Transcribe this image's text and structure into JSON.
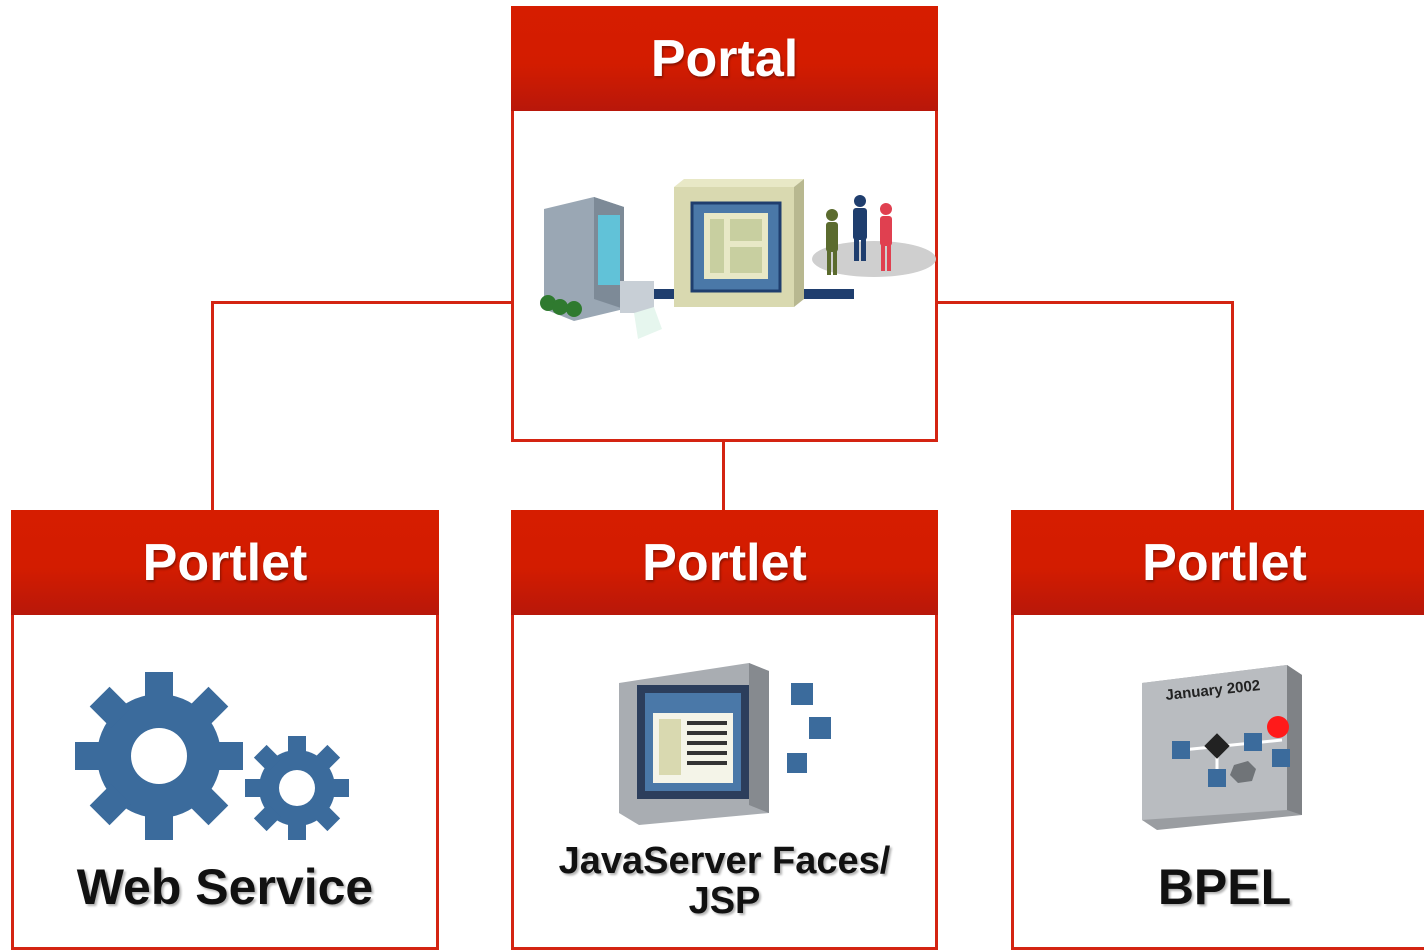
{
  "portal": {
    "title": "Portal",
    "icon": "portal-illustration-icon"
  },
  "portlets": [
    {
      "title": "Portlet",
      "caption": "Web Service",
      "icon": "gears-icon"
    },
    {
      "title": "Portlet",
      "caption_line1": "JavaServer Faces/",
      "caption_line2": "JSP",
      "icon": "web-page-icon"
    },
    {
      "title": "Portlet",
      "caption": "BPEL",
      "icon": "bpel-process-icon",
      "icon_label": "January 2002"
    }
  ],
  "colors": {
    "accent": "#d42412",
    "header_top": "#d61d00",
    "header_bottom": "#b8170a",
    "gear_blue": "#3b6b9c"
  }
}
